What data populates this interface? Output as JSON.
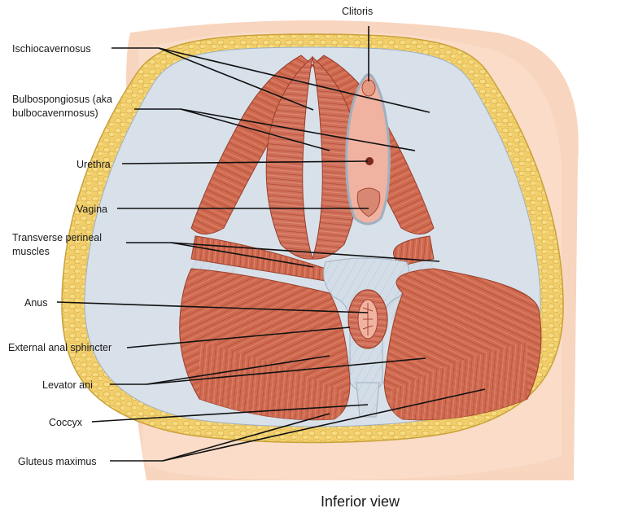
{
  "labels": {
    "clitoris": "Clitoris",
    "ischiocavernosus": "Ischiocavernosus",
    "bulbospongiosus_line1": "Bulbospongiosus (aka",
    "bulbospongiosus_line2": "bulbocavenrnosus)",
    "urethra": "Urethra",
    "vagina": "Vagina",
    "transverse_line1": "Transverse perineal",
    "transverse_line2": "muscles",
    "anus": "Anus",
    "external_anal_sphincter": "External anal sphincter",
    "levator_ani": "Levator ani",
    "coccyx": "Coccyx",
    "gluteus_maximus": "Gluteus maximus"
  },
  "caption": "Inferior view",
  "colors": {
    "skin": "#f8d5bf",
    "skin_dark": "#f0bfa5",
    "fat": "#f2cf6a",
    "fat_edge": "#c9a13a",
    "membrane": "#d8e1ea",
    "muscle": "#cf6a50",
    "muscle_dark": "#a84530",
    "muscle_light": "#e59a82",
    "lumen": "#f0b3a2"
  }
}
